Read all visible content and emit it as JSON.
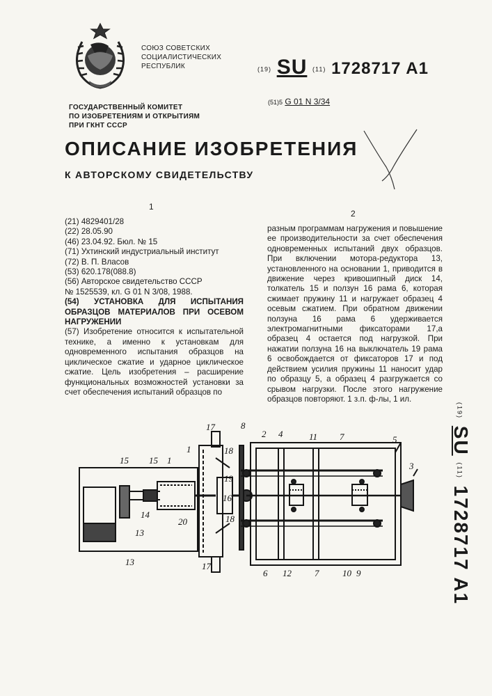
{
  "header": {
    "union_lines": [
      "СОЮЗ СОВЕТСКИХ",
      "СОЦИАЛИСТИЧЕСКИХ",
      "РЕСПУБЛИК"
    ],
    "committee_lines": [
      "ГОСУДАРСТВЕННЫЙ КОМИТЕТ",
      "ПО ИЗОБРЕТЕНИЯМ И ОТКРЫТИЯМ",
      "ПРИ ГКНТ СССР"
    ],
    "pub_code_19": "(19)",
    "country": "SU",
    "pub_code_11": "(11)",
    "patent_number": "1728717",
    "kind": "A1",
    "ipc_code": "(51)5",
    "ipc_class": "G 01 N 3/34",
    "emblem_icon": "ussr-state-emblem"
  },
  "title": "ОПИСАНИЕ ИЗОБРЕТЕНИЯ",
  "subtitle": "К АВТОРСКОМУ СВИДЕТЕЛЬСТВУ",
  "column_numbers": [
    "1",
    "2"
  ],
  "bibliography": [
    "(21) 4829401/28",
    "(22) 28.05.90",
    "(46) 23.04.92. Бюл. № 15",
    "(71) Ухтинский индустриальный институт",
    "(72) В. П. Власов",
    "(53) 620.178(088.8)",
    "(56) Авторское свидетельство СССР",
    "№ 1525539, кл. G 01 N 3/08, 1988."
  ],
  "invention_title": "(54) УСТАНОВКА ДЛЯ ИСПЫТАНИЯ ОБРАЗЦОВ МАТЕРИАЛОВ ПРИ ОСЕВОМ НАГРУЖЕНИИ",
  "abstract_col1": "(57) Изобретение относится к испытательной технике, а именно к установкам для одновременного испытания образцов на циклическое сжатие и ударное циклическое сжатие. Цель изобретения – расширение функциональных возможностей установки за счет обеспечения испытаний образцов по",
  "abstract_col2": "разным программам нагружения и повышение ее производительности за счет обеспечения одновременных испытаний двух образцов. При включении мотора-редуктора 13, установленного на основании 1, приводится в движение через кривошипный диск 14, толкатель 15 и ползун 16 рама 6, которая сжимает пружину 11 и нагружает образец 4 осевым сжатием. При обратном движении ползуна 16 рама 6 удерживается электромагнитными фиксаторами 17,а образец 4 остается под нагрузкой. При нажатии ползуна 16 на выключатель 19 рама 6 освобождается от фиксаторов 17 и под действием усилия пружины 11 наносит удар по образцу 5, а образец 4 разгружается со срывом нагрузки. После этого нагружение образцов повторяют. 1 з.п. ф-лы, 1 ил.",
  "drawing_labels": [
    "17",
    "8",
    "2",
    "4",
    "11",
    "7",
    "5",
    "1",
    "18",
    "3",
    "15",
    "15",
    "1",
    "19",
    "16",
    "14",
    "20",
    "18",
    "13",
    "13",
    "17",
    "6",
    "12",
    "7",
    "10",
    "9"
  ]
}
